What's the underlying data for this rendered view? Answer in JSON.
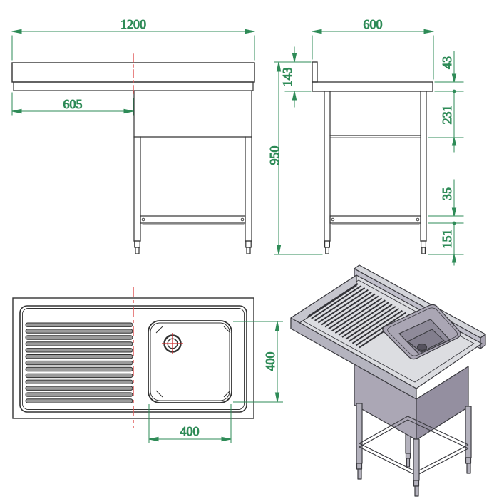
{
  "views": {
    "front": {
      "overall_width": "1200",
      "drainboard_offset": "605"
    },
    "side": {
      "depth": "600",
      "splash_to_underside": "143",
      "worktop_edge": "43",
      "overall_height": "950",
      "apron_to_rail": "231",
      "shelf_rail": "35",
      "rail_to_floor": "151"
    },
    "plan": {
      "bowl_width": "400",
      "bowl_depth": "400"
    }
  },
  "colors": {
    "dimension_green": "#2e8b57",
    "centerline_red": "#e05c5c",
    "drain_cross_red": "#cc2a2a",
    "line_dark": "#333333"
  }
}
